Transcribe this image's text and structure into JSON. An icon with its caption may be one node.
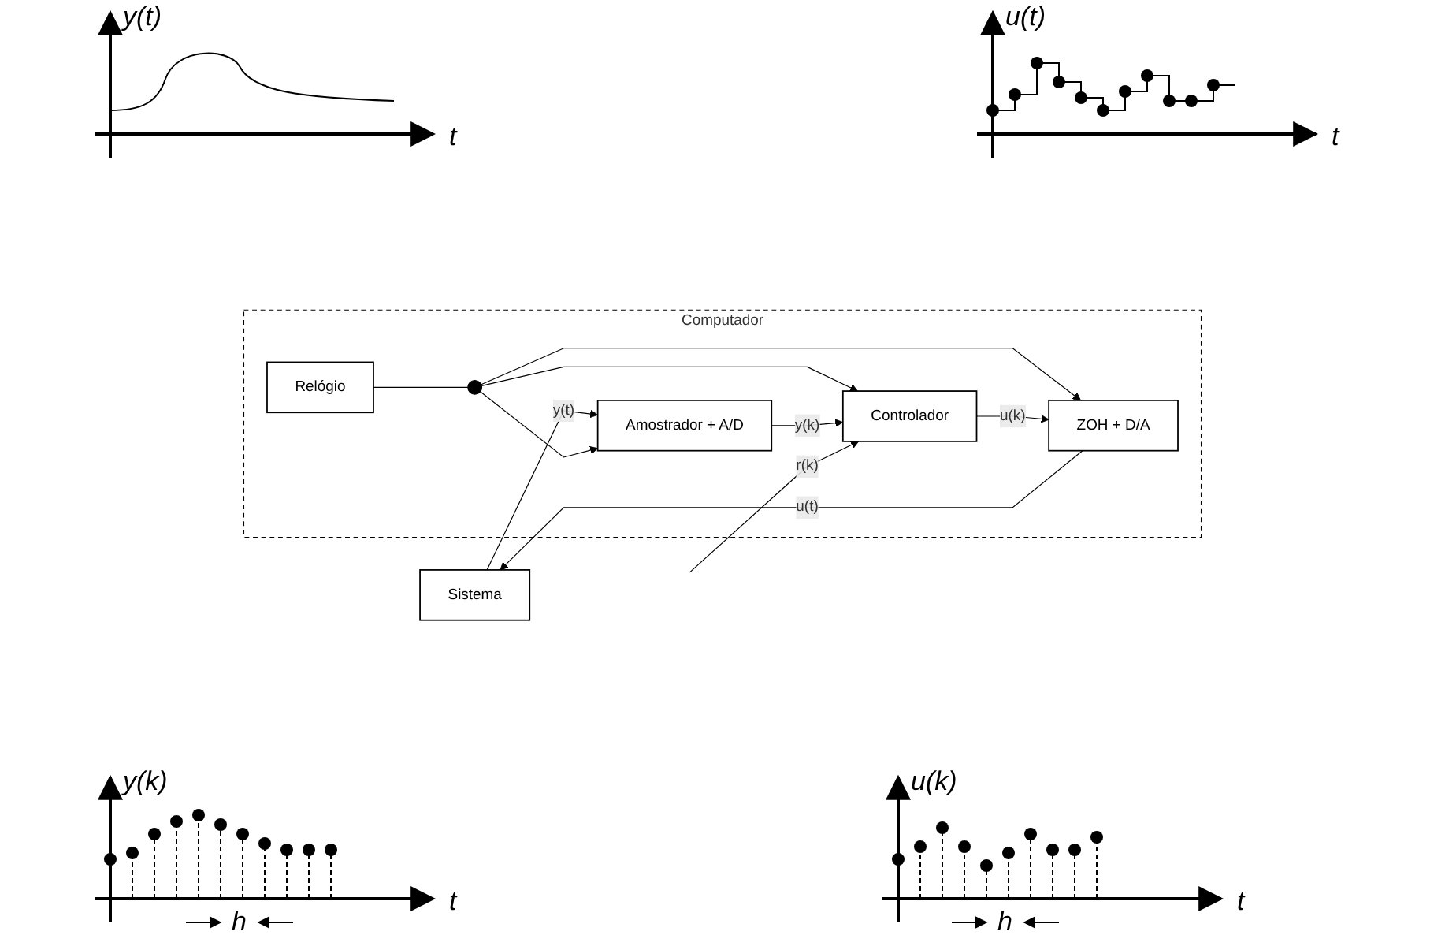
{
  "diagram": {
    "nodes": [
      {
        "text": [
          "Sistema"
        ]
      },
      {
        "text": [
          "Computador"
        ]
      },
      {
        "text": [
          "Relógio"
        ],
        "in": 1
      },
      {
        "text": [],
        "shape": "circle",
        "in": 1
      },
      {
        "text": [
          "Amostrador + A/D"
        ],
        "in": 1
      },
      {
        "text": [
          "Controlador"
        ],
        "in": 1
      },
      {
        "text": [
          "ZOH + D/A"
        ],
        "in": 1
      }
    ],
    "edges": [
      {
        "from": 0,
        "to": 4,
        "arrow": "to",
        "label": "y(t)"
      },
      {
        "from": 2,
        "to": 3,
        "arrow": "none"
      },
      {
        "from": 3,
        "to": 4,
        "arrow": "to"
      },
      {
        "from": 3,
        "to": 5,
        "arrow": "to"
      },
      {
        "from": 3,
        "to": 6,
        "arrow": "to"
      },
      {
        "from": 4,
        "to": 5,
        "arrow": "to",
        "label": "y(k)"
      },
      {
        "from": 5,
        "to": 6,
        "arrow": "to",
        "label": "u(k)"
      },
      {
        "from": null,
        "to": 5,
        "arrow": "to",
        "label": "r(k)"
      },
      {
        "from": 6,
        "to": 0,
        "arrow": "to",
        "label": "u(t)"
      }
    ],
    "labels": [
      "y(t)",
      "t",
      "u(t)",
      "t",
      "y(k)",
      "t",
      "h",
      "u(k)",
      "t",
      "h"
    ]
  }
}
